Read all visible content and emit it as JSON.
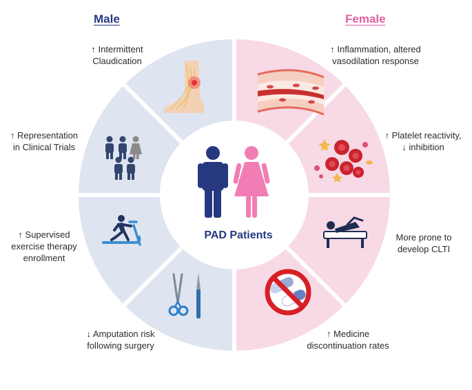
{
  "headers": {
    "male": "Male",
    "female": "Female"
  },
  "center": {
    "title": "PAD Patients"
  },
  "male_items": [
    {
      "line1": "↑ Intermittent",
      "line2": "Claudication",
      "icon": "foot-pain-icon"
    },
    {
      "line1": "↑ Representation",
      "line2": "in Clinical Trials",
      "icon": "people-group-icon"
    },
    {
      "line1": "↑ Supervised",
      "line2": "exercise therapy",
      "line3": "enrollment",
      "icon": "treadmill-icon"
    },
    {
      "line1": "↓ Amputation risk",
      "line2": "following surgery",
      "icon": "surgical-tools-icon"
    }
  ],
  "female_items": [
    {
      "line1": "↑ Inflammation, altered",
      "line2": "vasodilation response",
      "icon": "blood-vessel-icon"
    },
    {
      "line1": "↑ Platelet reactivity,",
      "line2": "↓ inhibition",
      "icon": "blood-cells-icon"
    },
    {
      "line1": "More prone to",
      "line2": "develop CLTI",
      "icon": "patient-bed-icon"
    },
    {
      "line1": "↑ Medicine",
      "line2": "discontinuation rates",
      "icon": "no-pills-icon"
    }
  ],
  "colors": {
    "male_sector": "#dfe4f1",
    "female_sector": "#f8d9e6",
    "male": "#26397f",
    "female": "#f07eb4"
  }
}
